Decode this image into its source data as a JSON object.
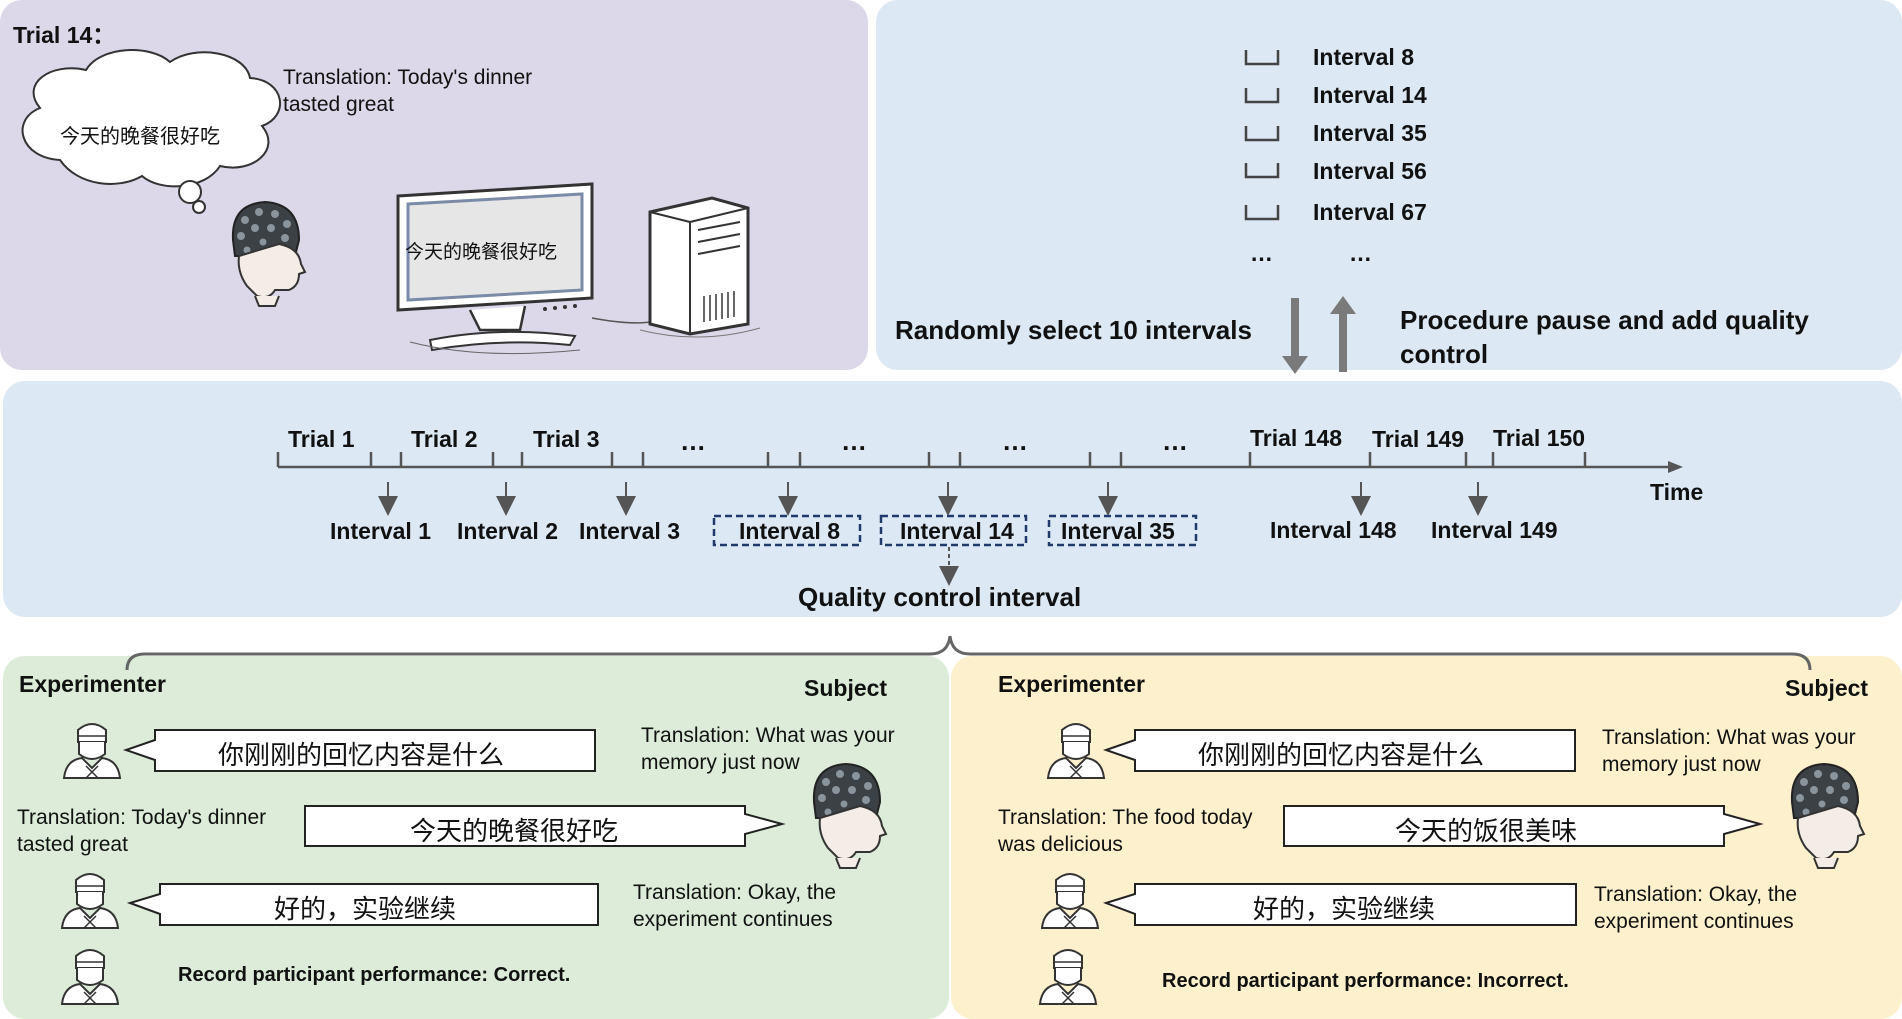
{
  "trial_panel": {
    "title": "Trial 14：",
    "thought_text": "今天的晚餐很好吃",
    "translation": "Translation: Today's dinner tasted great",
    "screen_text": "今天的晚餐很好吃"
  },
  "interval_list": {
    "items": [
      "Interval 8",
      "Interval 14",
      "Interval 35",
      "Interval 56",
      "Interval 67"
    ],
    "ellipsis_left": "…",
    "ellipsis_right": "…",
    "select_label": "Randomly select 10 intervals",
    "pause_label": "Procedure pause and add quality control"
  },
  "timeline": {
    "trials": [
      "Trial 1",
      "Trial 2",
      "Trial 3",
      "…",
      "…",
      "…",
      "…",
      "Trial 148",
      "Trial 149",
      "Trial 150"
    ],
    "time_label": "Time",
    "intervals": [
      "Interval 1",
      "Interval 2",
      "Interval 3",
      "Interval 8",
      "Interval 14",
      "Interval 35",
      "Interval 148",
      "Interval 149"
    ],
    "qc_label": "Quality control interval"
  },
  "dialog_correct": {
    "experimenter_label": "Experimenter",
    "subject_label": "Subject",
    "question": "你刚刚的回忆内容是什么",
    "question_translation": "Translation: What was your memory just now",
    "answer": "今天的晚餐很好吃",
    "answer_translation": "Translation: Today's dinner tasted great",
    "reply": "好的，实验继续",
    "reply_translation": "Translation: Okay, the experiment continues",
    "record": "Record participant performance: Correct."
  },
  "dialog_incorrect": {
    "experimenter_label": "Experimenter",
    "subject_label": "Subject",
    "question": "你刚刚的回忆内容是什么",
    "question_translation": "Translation: What was your memory just now",
    "answer": "今天的饭很美味",
    "answer_translation": "Translation: The food today was delicious",
    "reply": "好的，实验继续",
    "reply_translation": "Translation: Okay, the experiment continues",
    "record": "Record participant performance: Incorrect."
  },
  "colors": {
    "trial_bg": "#dcd8ea",
    "timeline_bg": "#dce8f4",
    "correct_bg": "#dcecd8",
    "incorrect_bg": "#fdf0cd",
    "dashed_box": "#1f3a6b",
    "arrow": "#555555"
  },
  "icons": [
    "eeg-cap-head-icon",
    "thought-cloud-icon",
    "monitor-icon",
    "pc-tower-icon",
    "tray-icon",
    "doctor-icon",
    "speech-bubble-icon"
  ]
}
